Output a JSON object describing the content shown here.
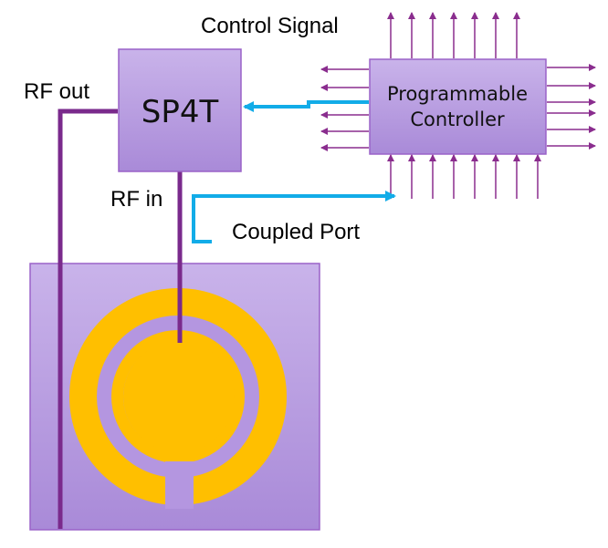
{
  "labels": {
    "control_signal": "Control Signal",
    "rf_out": "RF out",
    "rf_in": "RF in",
    "coupled_port": "Coupled Port",
    "sp4t": "SP4T",
    "controller_line1": "Programmable",
    "controller_line2": "Controller"
  },
  "colors": {
    "box_fill_top": "#c9b3ea",
    "box_fill_bottom": "#a98ad8",
    "box_stroke": "#9a62c8",
    "purple_trace": "#7a2a8c",
    "arrow_purple": "#8a2d8e",
    "blue_line": "#12ace8",
    "gold": "#ffbf00",
    "background": "#ffffff"
  },
  "icons": {
    "signal_arrows": "arrow-icon",
    "blue_arrowheads": "arrowhead-icon"
  }
}
